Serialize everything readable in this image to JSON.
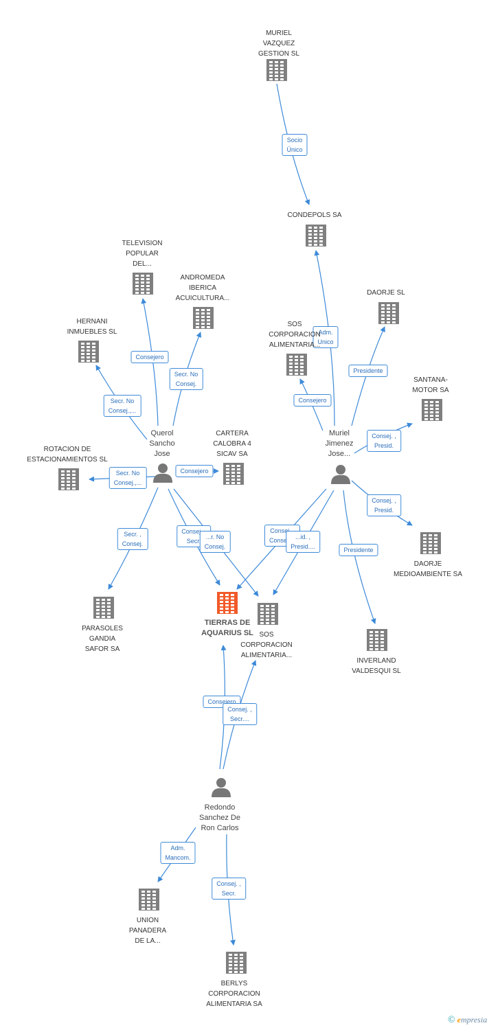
{
  "colors": {
    "edge": "#3d8ad8",
    "building": "#7f7f7f",
    "focus": "#f15a29",
    "person": "#777777"
  },
  "brand": {
    "copyright": "©",
    "initial": "e",
    "rest": "mpresia"
  },
  "nodes": [
    {
      "id": "muriel_vg",
      "type": "building",
      "label": "MURIEL\nVAZQUEZ\nGESTION  SL"
    },
    {
      "id": "condepols",
      "type": "building",
      "label": "CONDEPOLS SA"
    },
    {
      "id": "tv_popular",
      "type": "building",
      "label": "TELEVISION\nPOPULAR\nDEL..."
    },
    {
      "id": "andromeda",
      "type": "building",
      "label": "ANDROMEDA\nIBERICA\nACUICULTURA..."
    },
    {
      "id": "hernani",
      "type": "building",
      "label": "HERNANI\nINMUEBLES SL"
    },
    {
      "id": "daorje_sl",
      "type": "building",
      "label": "DAORJE SL"
    },
    {
      "id": "sos_top",
      "type": "building",
      "label": "SOS\nCORPORACION\nALIMENTARIA..."
    },
    {
      "id": "santana",
      "type": "building",
      "label": "SANTANA-\nMOTOR SA"
    },
    {
      "id": "querol",
      "type": "person",
      "label": "Querol\nSancho\nJose"
    },
    {
      "id": "cartera",
      "type": "building",
      "label": "CARTERA\nCALOBRA 4\nSICAV SA"
    },
    {
      "id": "muriel_j",
      "type": "person",
      "label": "Muriel\nJimenez\nJose..."
    },
    {
      "id": "rotacion",
      "type": "building",
      "label": "ROTACION DE\nESTACIONAMIENTOS SL"
    },
    {
      "id": "daorje_ma",
      "type": "building",
      "label": "DAORJE\nMEDIOAMBIENTE SA"
    },
    {
      "id": "parasoles",
      "type": "building",
      "label": "PARASOLES\nGANDIA\nSAFOR SA"
    },
    {
      "id": "tierras",
      "type": "focus",
      "label": "TIERRAS DE\nAQUARIUS SL"
    },
    {
      "id": "sos_mid",
      "type": "building",
      "label": "SOS\nCORPORACION\nALIMENTARIA..."
    },
    {
      "id": "inverland",
      "type": "building",
      "label": "INVERLAND\nVALDESQUI SL"
    },
    {
      "id": "redondo",
      "type": "person",
      "label": "Redondo\nSanchez De\nRon Carlos"
    },
    {
      "id": "union",
      "type": "building",
      "label": "UNION\nPANADERA\nDE LA..."
    },
    {
      "id": "berlys",
      "type": "building",
      "label": "BERLYS\nCORPORACION\nALIMENTARIA SA"
    }
  ],
  "edges": [
    {
      "from": "muriel_vg",
      "to": "condepols",
      "label": "Socio\nÚnico"
    },
    {
      "from": "muriel_j",
      "to": "condepols",
      "label": "Adm.\nUnico"
    },
    {
      "from": "muriel_j",
      "to": "daorje_sl",
      "label": "Presidente"
    },
    {
      "from": "muriel_j",
      "to": "sos_top",
      "label": "Consejero"
    },
    {
      "from": "muriel_j",
      "to": "santana",
      "label": "Consej. ,\nPresid."
    },
    {
      "from": "muriel_j",
      "to": "daorje_ma",
      "label": "Consej. ,\nPresid."
    },
    {
      "from": "muriel_j",
      "to": "inverland",
      "label": "Presidente"
    },
    {
      "from": "muriel_j",
      "to": "tierras",
      "label": "Consej. ,\nConsej...."
    },
    {
      "from": "muriel_j",
      "to": "sos_mid",
      "label": "...id. ,\nPresid...."
    },
    {
      "from": "querol",
      "to": "tv_popular",
      "label": "Consejero"
    },
    {
      "from": "querol",
      "to": "andromeda",
      "label": "Secr.  No\nConsej."
    },
    {
      "from": "querol",
      "to": "hernani",
      "label": "Secr.  No\nConsej.,..."
    },
    {
      "from": "querol",
      "to": "cartera",
      "label": "Consejero"
    },
    {
      "from": "querol",
      "to": "rotacion",
      "label": "Secr.  No\nConsej.,..."
    },
    {
      "from": "querol",
      "to": "parasoles",
      "label": "Secr. ,\nConsej."
    },
    {
      "from": "querol",
      "to": "tierras",
      "label": "Consej. ,\nSecr."
    },
    {
      "from": "querol",
      "to": "sos_mid",
      "label": "...r.  No\nConsej."
    },
    {
      "from": "redondo",
      "to": "tierras",
      "label": "Consejero"
    },
    {
      "from": "redondo",
      "to": "sos_mid",
      "label": "Consej. ,\nSecr...."
    },
    {
      "from": "redondo",
      "to": "union",
      "label": "Adm.\nMancom."
    },
    {
      "from": "redondo",
      "to": "berlys",
      "label": "Consej. ,\nSecr."
    }
  ]
}
